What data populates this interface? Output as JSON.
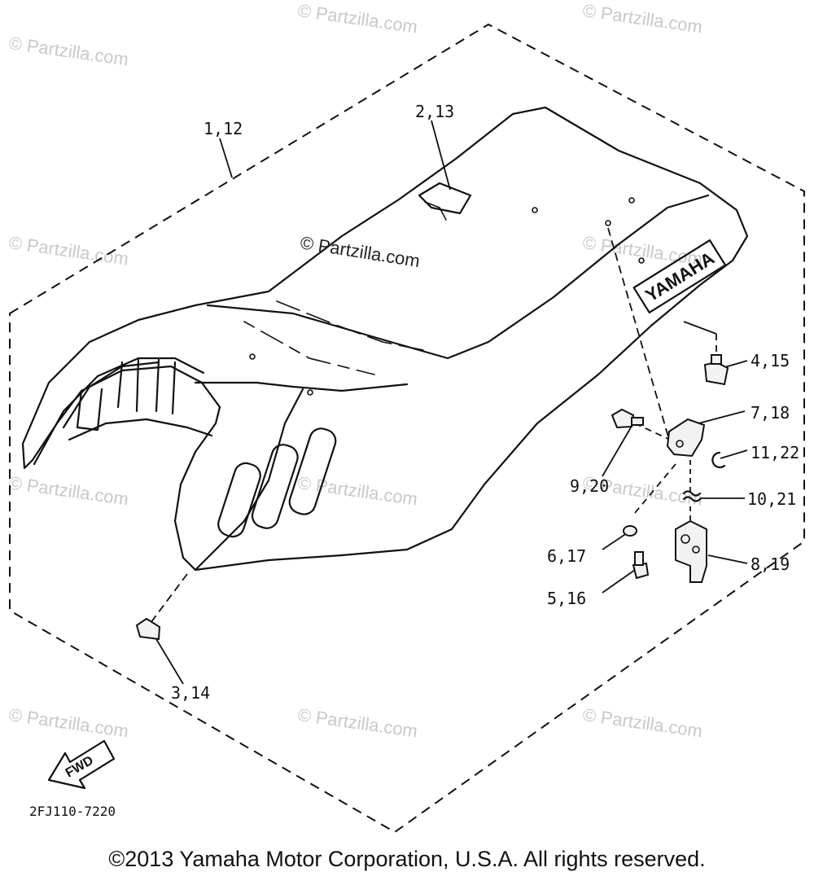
{
  "watermarks": {
    "text": "© Partzilla.com",
    "center_text": "© Partzilla.com"
  },
  "brand_on_seat": "YAMAHA",
  "callouts": {
    "c1_12": "1,12",
    "c2_13": "2,13",
    "c3_14": "3,14",
    "c4_15": "4,15",
    "c5_16": "5,16",
    "c6_17": "6,17",
    "c7_18": "7,18",
    "c8_19": "8,19",
    "c9_20": "9,20",
    "c10_21": "10,21",
    "c11_22": "11,22"
  },
  "direction_arrow_label": "FWD",
  "diagram_code": "2FJ110-7220",
  "copyright": "©2013 Yamaha Motor Corporation, U.S.A. All rights reserved."
}
